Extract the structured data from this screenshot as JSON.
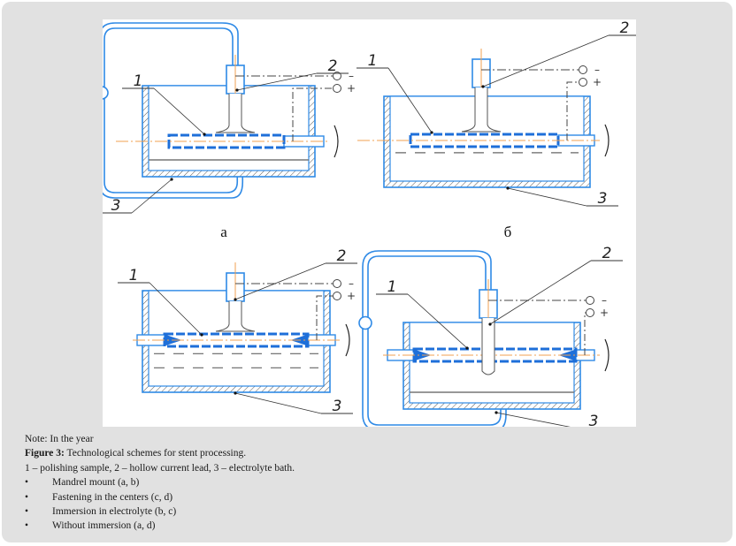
{
  "figure": {
    "colors": {
      "outline": "#2f8ae6",
      "stent": "#1e6fd9",
      "axis": "#f0a050",
      "ink": "#333333",
      "hatch": "#555555"
    },
    "panels": [
      {
        "id": "a",
        "label": "а",
        "callouts": [
          "1",
          "2",
          "3"
        ],
        "signs": [
          "–",
          "+"
        ],
        "immersion": false,
        "fastening": "mandrel",
        "circulation_loop": true
      },
      {
        "id": "b",
        "label": "б",
        "callouts": [
          "1",
          "2",
          "3"
        ],
        "signs": [
          "–",
          "+"
        ],
        "immersion": true,
        "fastening": "mandrel",
        "circulation_loop": false
      },
      {
        "id": "c",
        "label": "",
        "callouts": [
          "1",
          "2",
          "3"
        ],
        "signs": [
          "–",
          "+"
        ],
        "immersion": true,
        "fastening": "centers",
        "circulation_loop": false
      },
      {
        "id": "d",
        "label": "",
        "callouts": [
          "1",
          "2",
          "3"
        ],
        "signs": [
          "–",
          "+"
        ],
        "immersion": false,
        "fastening": "centers",
        "circulation_loop": true
      }
    ]
  },
  "caption": {
    "note": "Note: In the year",
    "title_bold": "Figure 3:",
    "title_rest": " Technological schemes for stent processing.",
    "legend": "1 – polishing sample, 2 – hollow current lead, 3 – electrolyte bath.",
    "bullet_glyph": "•",
    "bullets": [
      "Mandrel mount (a, b)",
      "Fastening in the centers (c, d)",
      "Immersion in electrolyte (b, c)",
      "Without immersion (a, d)"
    ]
  }
}
